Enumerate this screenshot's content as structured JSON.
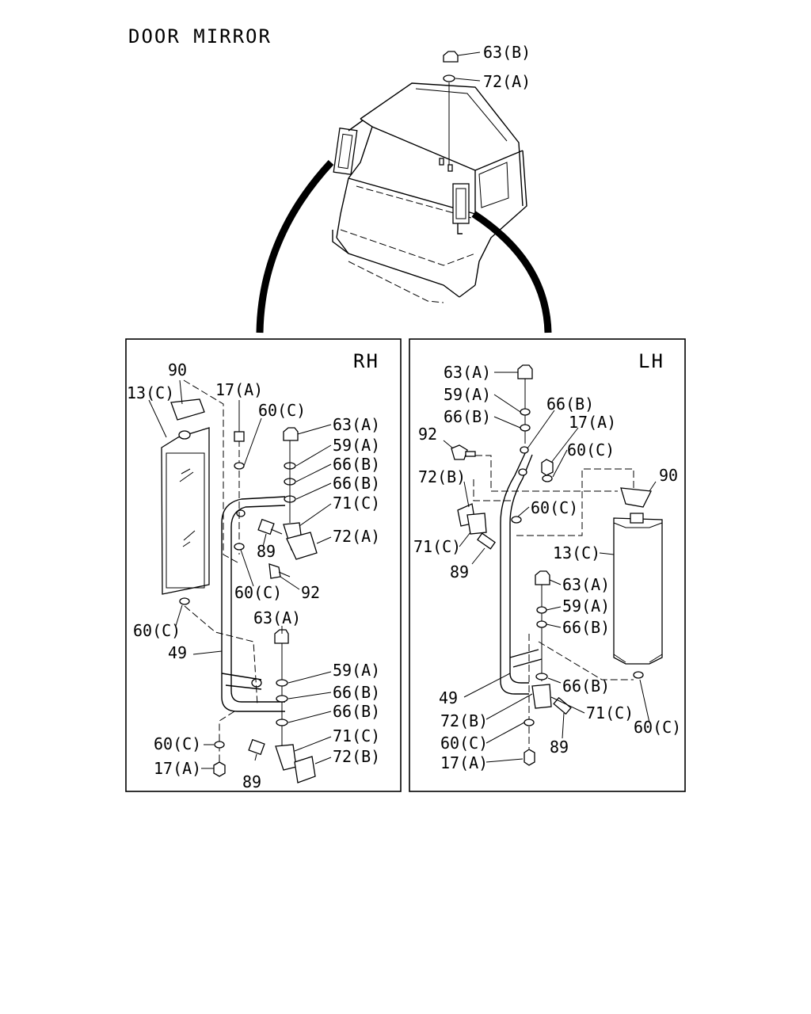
{
  "title": "DOOR MIRROR",
  "panels": {
    "rh": {
      "side_label": "RH"
    },
    "lh": {
      "side_label": "LH"
    }
  },
  "callouts": {
    "top": [
      "63(B)",
      "72(A)"
    ],
    "rh": [
      "90",
      "13(C)",
      "17(A)",
      "60(C)",
      "63(A)",
      "59(A)",
      "66(B)",
      "66(B)",
      "71(C)",
      "72(A)",
      "89",
      "60(C)",
      "92",
      "60(C)",
      "49",
      "63(A)",
      "59(A)",
      "66(B)",
      "66(B)",
      "71(C)",
      "72(B)",
      "60(C)",
      "17(A)",
      "89"
    ],
    "lh": [
      "63(A)",
      "59(A)",
      "66(B)",
      "66(B)",
      "17(A)",
      "92",
      "60(C)",
      "90",
      "72(B)",
      "60(C)",
      "71(C)",
      "13(C)",
      "89",
      "63(A)",
      "59(A)",
      "66(B)",
      "66(B)",
      "49",
      "71(C)",
      "72(B)",
      "60(C)",
      "60(C)",
      "89",
      "17(A)"
    ]
  }
}
